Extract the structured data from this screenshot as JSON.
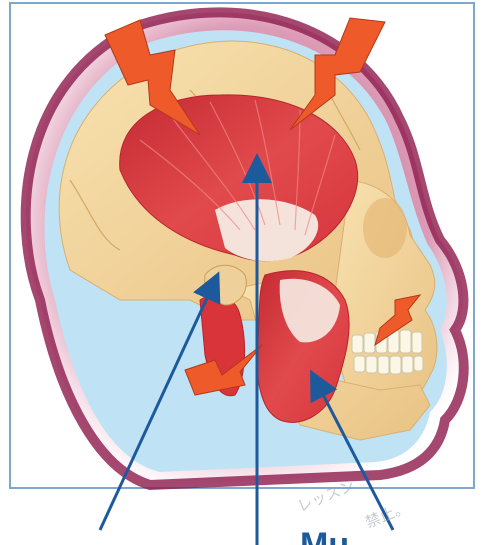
{
  "watermark": {
    "text": "レッスン",
    "text_2": "禁止。"
  },
  "bottom_partial_text": "Mu",
  "colors": {
    "frame_border": "#7fa6cc",
    "background_blue": "#bfe3f4",
    "glow_magenta": "#a0235a",
    "bone": "#f3d59a",
    "muscle": "#d8343a",
    "tendon": "#f6ece4",
    "lightning": "#ee5a2a",
    "arrow": "#1d5a9c"
  },
  "icons": [
    "lightning-bolt-icon",
    "lightning-bolt-icon",
    "lightning-bolt-icon",
    "lightning-bolt-icon"
  ]
}
